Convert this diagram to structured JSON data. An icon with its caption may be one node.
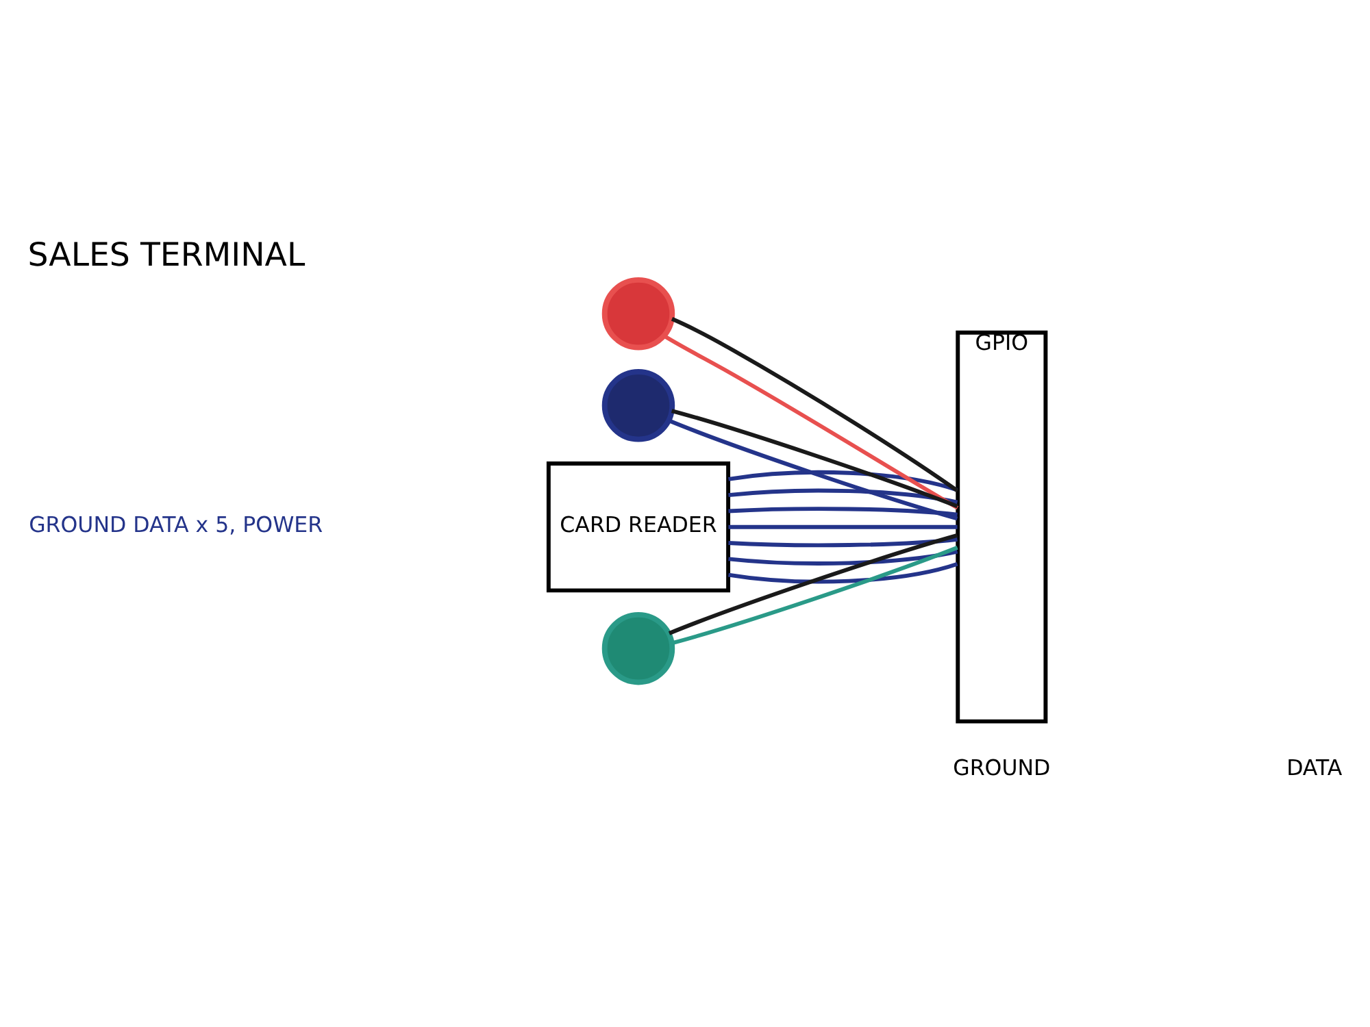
{
  "diagram": {
    "title": "SALES TERMINAL",
    "nodes": [
      {
        "text": [
          "CARD READER"
        ]
      },
      {
        "text": [],
        "shape": "circle"
      },
      {
        "text": [],
        "shape": "circle"
      },
      {
        "text": [],
        "shape": "circle"
      },
      {
        "text": [
          "GPIO"
        ]
      }
    ],
    "edges": [
      {
        "from": 0,
        "to": 4,
        "arrow": "none"
      },
      {
        "from": 0,
        "to": 4,
        "arrow": "none"
      },
      {
        "from": 0,
        "to": 4,
        "arrow": "none"
      },
      {
        "from": 0,
        "to": 4,
        "arrow": "none"
      },
      {
        "from": 0,
        "to": 4,
        "arrow": "none"
      },
      {
        "from": 0,
        "to": 4,
        "arrow": "none"
      },
      {
        "from": 0,
        "to": 4,
        "arrow": "none"
      },
      {
        "from": 1,
        "to": 4,
        "arrow": "none",
        "color": "#e8504f"
      },
      {
        "from": 1,
        "to": 4,
        "arrow": "none",
        "color": "#1a1a1a"
      },
      {
        "from": 2,
        "to": 4,
        "arrow": "none"
      },
      {
        "from": 2,
        "to": 4,
        "arrow": "none",
        "color": "#1a1a1a"
      },
      {
        "from": 3,
        "to": 4,
        "arrow": "none",
        "color": "#2a9a88"
      },
      {
        "from": 3,
        "to": 4,
        "arrow": "none",
        "color": "#1a1a1a"
      }
    ],
    "labels": [
      "GROUND DATA x 5, POWER"
    ],
    "legend": [
      {
        "text": "GROUND"
      },
      {
        "text": "DATA"
      }
    ]
  }
}
